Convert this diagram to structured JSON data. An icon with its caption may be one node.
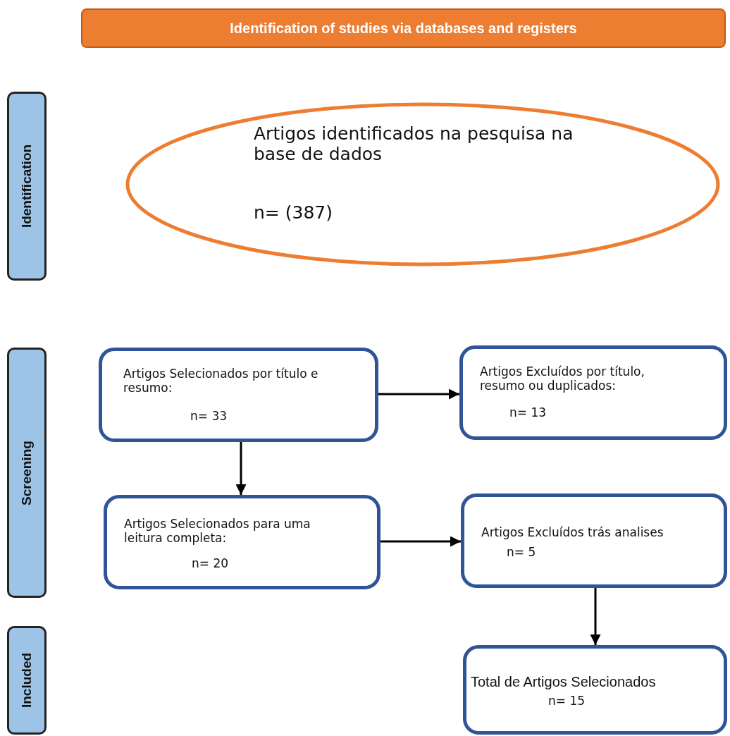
{
  "diagram": {
    "nodes": [
      {
        "text": [
          "Identification of studies via databases and registers"
        ]
      },
      {
        "text": [
          "Identification"
        ]
      },
      {
        "text": [
          "Screening"
        ]
      },
      {
        "text": [
          "Included"
        ]
      },
      {
        "text": [
          "Artigos identificados na pesquisa na base de dados",
          "n= (387)"
        ]
      },
      {
        "text": [
          "Artigos Selecionados por título e resumo:",
          "n= 33"
        ]
      },
      {
        "text": [
          "Artigos Excluídos por título, resumo ou duplicados:",
          "n= 13"
        ]
      },
      {
        "text": [
          "Artigos Selecionados para uma leitura completa:",
          "n= 20"
        ]
      },
      {
        "text": [
          "Artigos Excluídos trás analises",
          "n= 5"
        ]
      },
      {
        "text": [
          "Total de Artigos Selecionados",
          "n= 15"
        ]
      }
    ],
    "edges": [
      {
        "from": 5,
        "to": 6,
        "arrow": "to"
      },
      {
        "from": 5,
        "to": 7,
        "arrow": "to"
      },
      {
        "from": 7,
        "to": 8,
        "arrow": "to"
      },
      {
        "from": 8,
        "to": 9,
        "arrow": "to"
      }
    ]
  }
}
